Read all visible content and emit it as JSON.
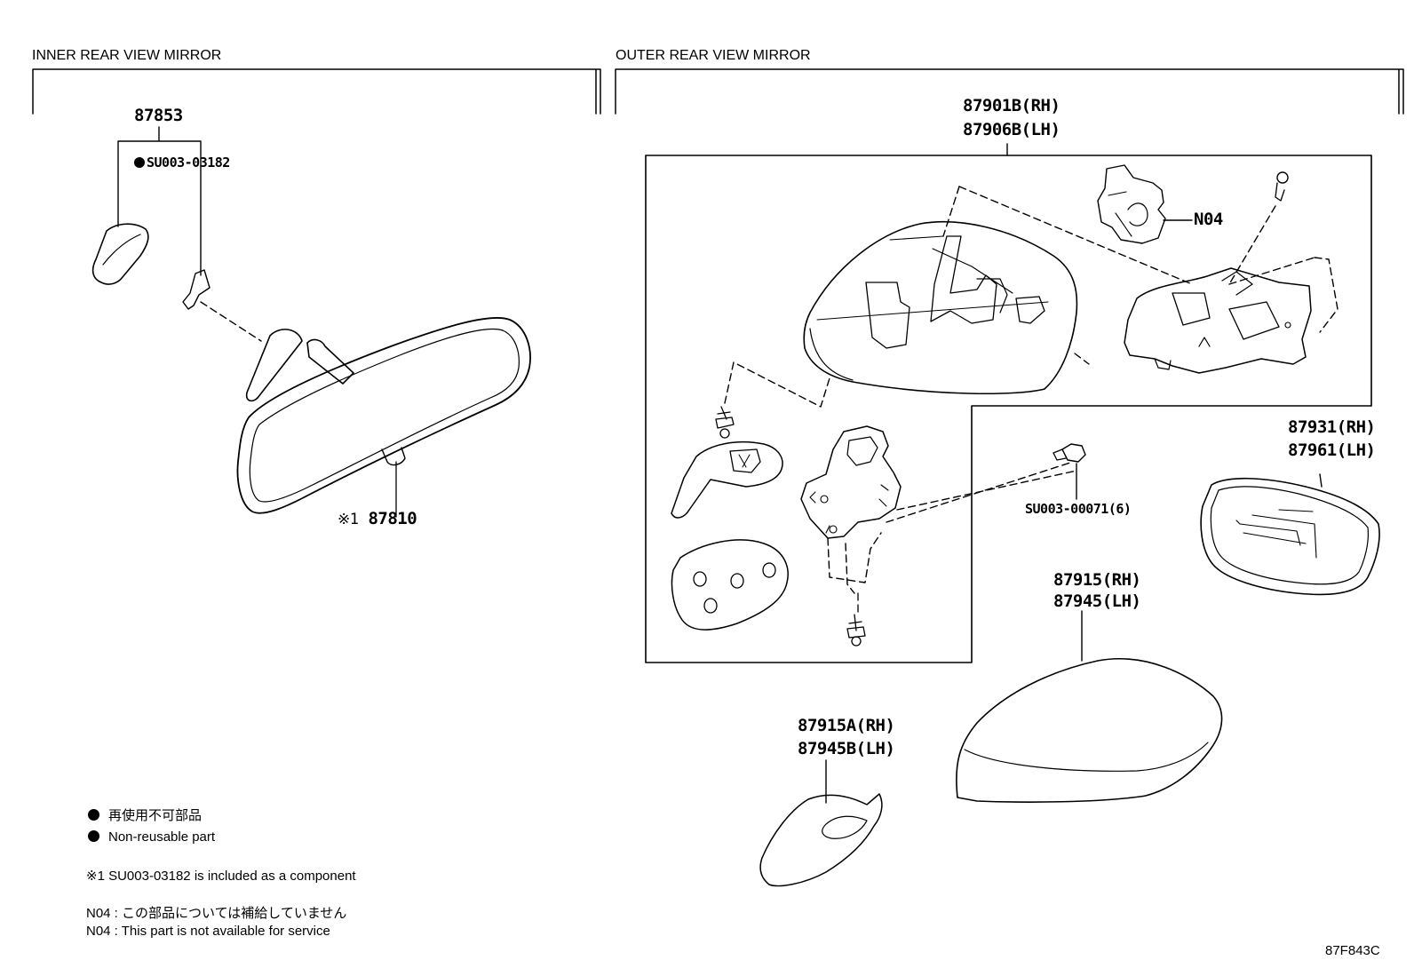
{
  "sections": {
    "inner_title": "INNER REAR VIEW MIRROR",
    "outer_title": "OUTER REAR VIEW MIRROR"
  },
  "parts": {
    "p87853": "87853",
    "su003_03182": "SU003-03182",
    "p87810": "87810",
    "p87810_mark": "※1",
    "p87901b_rh": "87901B(RH)",
    "p87906b_lh": "87906B(LH)",
    "n04": "N04",
    "su003_00071": "SU003-00071(6)",
    "p87931_rh": "87931(RH)",
    "p87961_lh": "87961(LH)",
    "p87915_rh": "87915(RH)",
    "p87945_lh": "87945(LH)",
    "p87915a_rh": "87915A(RH)",
    "p87945b_lh": "87945B(LH)"
  },
  "legend": {
    "nonreusable_jp": "再使用不可部品",
    "nonreusable_en": "Non-reusable part",
    "note1": "※1  SU003-03182 is included as a component",
    "n04_jp": "N04 :  この部品については補給していません",
    "n04_en": "N04 :  This part is not available for service"
  },
  "figure_code": "87F843C"
}
